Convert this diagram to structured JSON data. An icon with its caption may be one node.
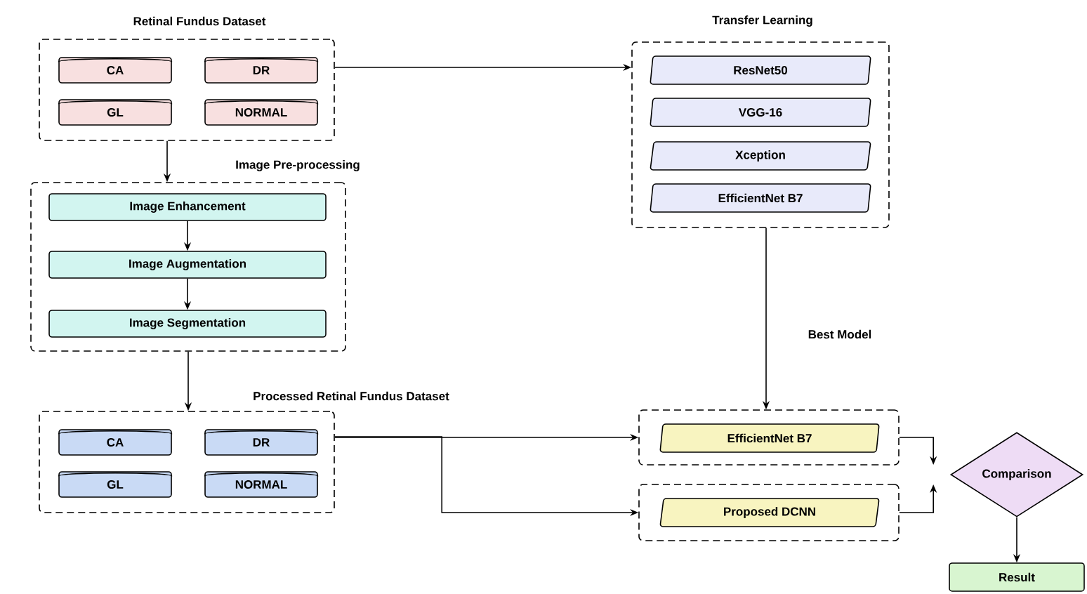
{
  "diagram": {
    "nodes": [
      {
        "text": [
          "Retinal Fundus Dataset"
        ]
      },
      {
        "text": [
          "CA"
        ],
        "in": 0
      },
      {
        "text": [
          "DR"
        ],
        "in": 0
      },
      {
        "text": [
          "GL"
        ],
        "in": 0
      },
      {
        "text": [
          "NORMAL"
        ],
        "in": 0
      },
      {
        "text": [
          "Image Pre-processing"
        ]
      },
      {
        "text": [
          "Image Enhancement"
        ],
        "in": 5
      },
      {
        "text": [
          "Image Augmentation"
        ],
        "in": 5
      },
      {
        "text": [
          "Image Segmentation"
        ],
        "in": 5
      },
      {
        "text": [
          "Processed Retinal Fundus Dataset"
        ]
      },
      {
        "text": [
          "CA"
        ],
        "in": 9
      },
      {
        "text": [
          "DR"
        ],
        "in": 9
      },
      {
        "text": [
          "GL"
        ],
        "in": 9
      },
      {
        "text": [
          "NORMAL"
        ],
        "in": 9
      },
      {
        "text": [
          "Transfer Learning"
        ]
      },
      {
        "text": [
          "ResNet50"
        ],
        "in": 14
      },
      {
        "text": [
          "VGG-16"
        ],
        "in": 14
      },
      {
        "text": [
          "Xception"
        ],
        "in": 14
      },
      {
        "text": [
          "EfficientNet B7"
        ],
        "in": 14
      },
      {
        "text": [],
        "shape": "box"
      },
      {
        "text": [
          "EfficientNet B7"
        ],
        "in": 19
      },
      {
        "text": [],
        "shape": "box"
      },
      {
        "text": [
          "Proposed DCNN"
        ],
        "in": 21
      },
      {
        "text": [
          "Comparison"
        ]
      },
      {
        "text": [
          "Result"
        ]
      }
    ],
    "edges": [
      {
        "from": 0,
        "to": 14,
        "arrow": "to"
      },
      {
        "from": 0,
        "to": 5,
        "arrow": "to"
      },
      {
        "from": 6,
        "to": 7,
        "arrow": "to"
      },
      {
        "from": 7,
        "to": 8,
        "arrow": "to"
      },
      {
        "from": 5,
        "to": 9,
        "arrow": "to"
      },
      {
        "from": 9,
        "to": 19,
        "arrow": "to"
      },
      {
        "from": 9,
        "to": 21,
        "arrow": "to"
      },
      {
        "from": 14,
        "to": 19,
        "label": "Best Model",
        "arrow": "to"
      },
      {
        "from": 19,
        "to": 23,
        "arrow": "to"
      },
      {
        "from": 21,
        "to": 23,
        "arrow": "to"
      },
      {
        "from": 23,
        "to": 24,
        "arrow": "to"
      }
    ]
  }
}
